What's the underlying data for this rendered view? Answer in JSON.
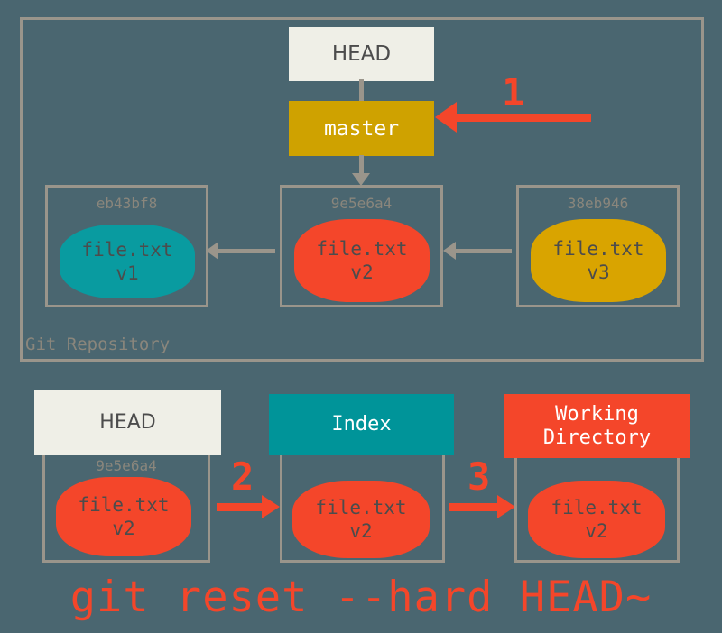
{
  "diagram": {
    "background_color": "#4a6670",
    "caption": "git reset --hard HEAD~"
  },
  "repository": {
    "label": "Git Repository",
    "head_pointer": {
      "label": "HEAD",
      "box_color": "#efefe7"
    },
    "branch": {
      "label": "master",
      "box_color": "#cfa200"
    },
    "commits": [
      {
        "sha": "eb43bf8",
        "file": "file.txt",
        "version": "v1",
        "blob_color": "#099ba0"
      },
      {
        "sha": "9e5e6a4",
        "file": "file.txt",
        "version": "v2",
        "blob_color": "#f4462a"
      },
      {
        "sha": "38eb946",
        "file": "file.txt",
        "version": "v3",
        "blob_color": "#d9a400"
      }
    ]
  },
  "stages": [
    {
      "title": "HEAD",
      "header_color": "#efefe7",
      "sha": "9e5e6a4",
      "file": "file.txt",
      "version": "v2",
      "blob_color": "#f4462a"
    },
    {
      "title": "Index",
      "header_color": "#009499",
      "file": "file.txt",
      "version": "v2",
      "blob_color": "#f4462a"
    },
    {
      "title": "Working Directory",
      "title_line1": "Working",
      "title_line2": "Directory",
      "header_color": "#f4462a",
      "file": "file.txt",
      "version": "v2",
      "blob_color": "#f4462a"
    }
  ],
  "steps": [
    {
      "number": "1",
      "color": "#f4462a",
      "target": "master"
    },
    {
      "number": "2",
      "color": "#f4462a",
      "target": "index"
    },
    {
      "number": "3",
      "color": "#f4462a",
      "target": "working-directory"
    }
  ]
}
